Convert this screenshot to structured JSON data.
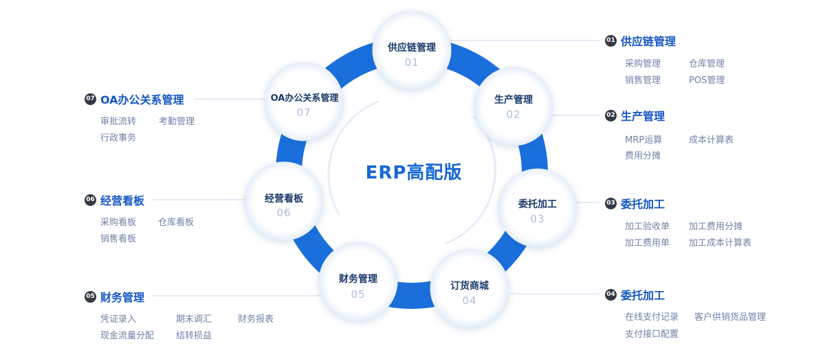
{
  "center_title": "ERP高配版",
  "nodes": [
    {
      "title": "供应链管理",
      "num": "01"
    },
    {
      "title": "生产管理",
      "num": "02"
    },
    {
      "title": "委托加工",
      "num": "03"
    },
    {
      "title": "订货商城",
      "num": "04"
    },
    {
      "title": "财务管理",
      "num": "05"
    },
    {
      "title": "经营看板",
      "num": "06"
    },
    {
      "title": "OA办公关系管理",
      "num": "07"
    }
  ],
  "groups": {
    "g01": {
      "badge": "01",
      "title": "供应链管理",
      "items": [
        "采购管理",
        "仓库管理",
        "销售管理",
        "POS管理"
      ]
    },
    "g02": {
      "badge": "02",
      "title": "生产管理",
      "items": [
        "MRP运算",
        "成本计算表",
        "费用分摊"
      ]
    },
    "g03": {
      "badge": "03",
      "title": "委托加工",
      "items": [
        "加工验收单",
        "加工费用分摊",
        "加工费用单",
        "加工成本计算表"
      ]
    },
    "g04": {
      "badge": "04",
      "title": "委托加工",
      "items": [
        "在线支付记录",
        "客户供销货品管理",
        "支付接口配置"
      ]
    },
    "g05": {
      "badge": "05",
      "title": "财务管理",
      "items": [
        "凭证录入",
        "期末调汇",
        "财务报表",
        "现金流量分配",
        "结转损益"
      ]
    },
    "g06": {
      "badge": "06",
      "title": "经营看板",
      "items": [
        "采购看板",
        "仓库看板",
        "销售看板"
      ]
    },
    "g07": {
      "badge": "07",
      "title": "OA办公关系管理",
      "items": [
        "审批流转",
        "考勤管理",
        "行政事务"
      ]
    }
  },
  "colors": {
    "ring": "#1a6fdc",
    "accent": "#1556c4",
    "badge": "#333a45",
    "item_text": "#6f82a8",
    "node_num": "#a9bedc"
  }
}
